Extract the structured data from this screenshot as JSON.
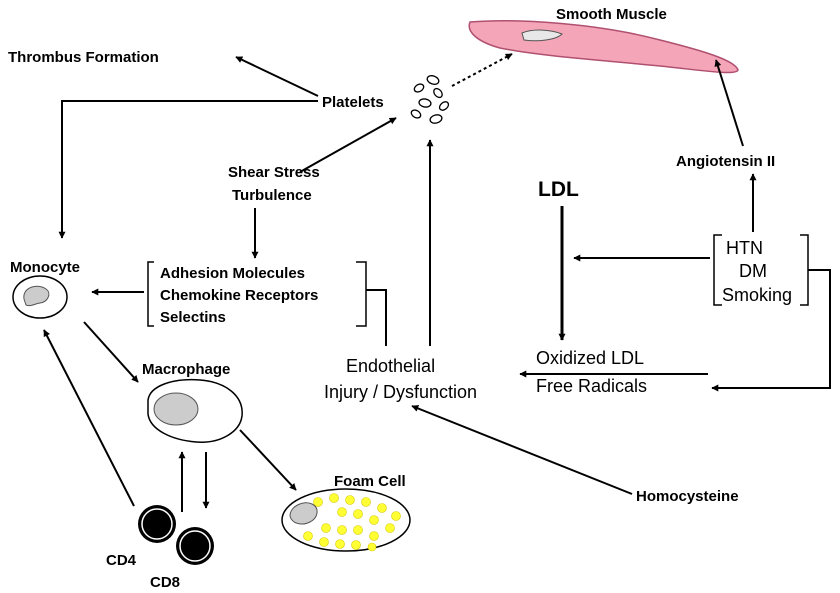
{
  "labels": {
    "smooth_muscle": "Smooth Muscle",
    "thrombus": "Thrombus Formation",
    "platelets": "Platelets",
    "shear_stress": "Shear Stress",
    "turbulence": "Turbulence",
    "angiotensin": "Angiotensin II",
    "ldl": "LDL",
    "monocyte": "Monocyte",
    "adhesion": "Adhesion Molecules",
    "chemokine": "Chemokine Receptors",
    "selectins": "Selectins",
    "htn": "HTN",
    "dm": "DM",
    "smoking": "Smoking",
    "macrophage": "Macrophage",
    "endothelial": "Endothelial",
    "injury": "Injury / Dysfunction",
    "oxidized_ldl": "Oxidized LDL",
    "free_radicals": "Free Radicals",
    "foam_cell": "Foam Cell",
    "homocysteine": "Homocysteine",
    "cd4": "CD4",
    "cd8": "CD8"
  },
  "colors": {
    "smooth_muscle": "#f4a6b8",
    "foam_cell_droplets": "#ffff33",
    "nucleus": "#cccccc",
    "lymphocyte": "#000000"
  }
}
